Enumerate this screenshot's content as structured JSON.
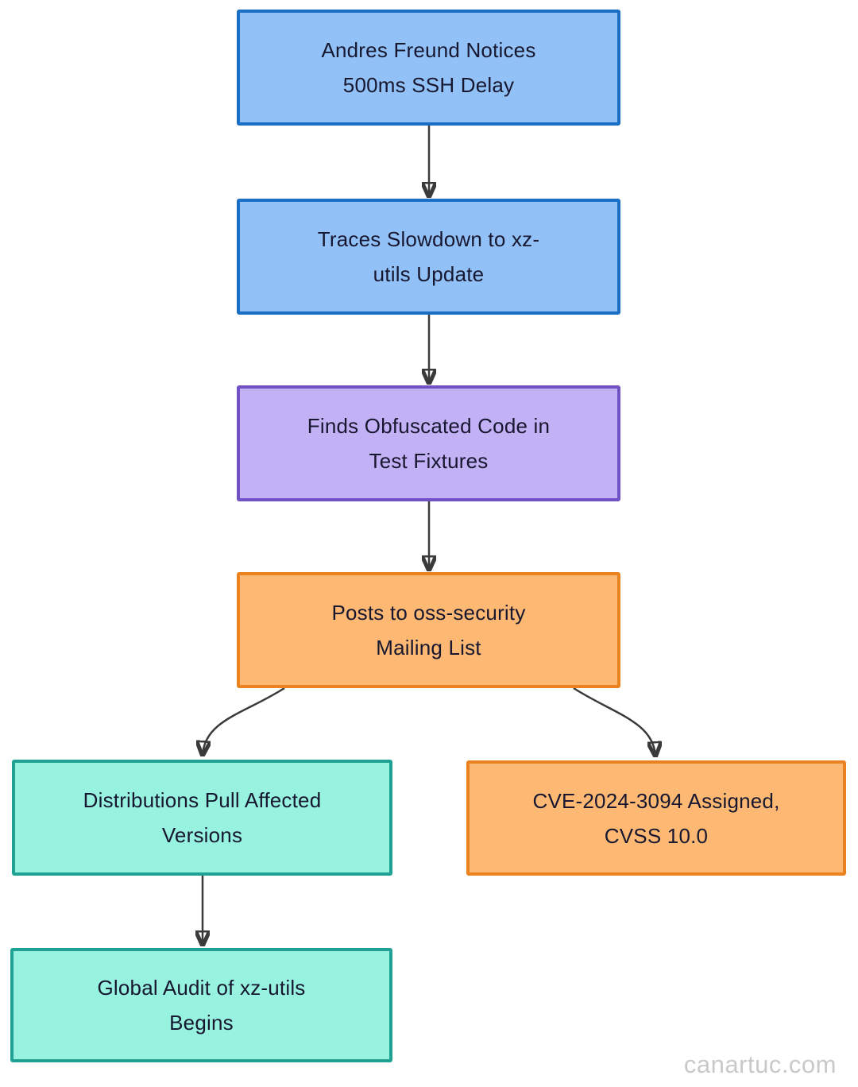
{
  "diagram": {
    "type": "flowchart",
    "direction": "top-down",
    "watermark": "canartuc.com",
    "nodes": [
      {
        "id": "notice",
        "label": "Andres Freund Notices 500ms SSH Delay",
        "line1": "Andres Freund Notices",
        "line2": "500ms SSH Delay",
        "color": "blue"
      },
      {
        "id": "trace",
        "label": "Traces Slowdown to xz-utils Update",
        "line1": "Traces Slowdown to xz-",
        "line2": "utils Update",
        "color": "blue"
      },
      {
        "id": "find",
        "label": "Finds Obfuscated Code in Test Fixtures",
        "line1": "Finds Obfuscated Code in",
        "line2": "Test Fixtures",
        "color": "purple"
      },
      {
        "id": "post",
        "label": "Posts to oss-security Mailing List",
        "line1": "Posts to oss-security",
        "line2": "Mailing List",
        "color": "orange"
      },
      {
        "id": "pull",
        "label": "Distributions Pull Affected Versions",
        "line1": "Distributions Pull Affected",
        "line2": "Versions",
        "color": "teal"
      },
      {
        "id": "cve",
        "label": "CVE-2024-3094 Assigned, CVSS 10.0",
        "line1": "CVE-2024-3094 Assigned,",
        "line2": "CVSS 10.0",
        "color": "orange"
      },
      {
        "id": "audit",
        "label": "Global Audit of xz-utils Begins",
        "line1": "Global Audit of xz-utils",
        "line2": "Begins",
        "color": "teal"
      }
    ],
    "edges": [
      {
        "from": "notice",
        "to": "trace"
      },
      {
        "from": "trace",
        "to": "find"
      },
      {
        "from": "find",
        "to": "post"
      },
      {
        "from": "post",
        "to": "pull"
      },
      {
        "from": "post",
        "to": "cve"
      },
      {
        "from": "pull",
        "to": "audit"
      }
    ],
    "colors": {
      "blue_fill": "#92c1f7",
      "blue_border": "#1a6fc4",
      "purple_fill": "#c2b1f5",
      "purple_border": "#7052c5",
      "orange_fill": "#fdb873",
      "orange_border": "#ea831f",
      "teal_fill": "#97f2e0",
      "teal_border": "#1fa294",
      "arrow": "#3a3a3a",
      "text": "#17172f",
      "watermark_text": "#c9c9c9",
      "background": "#ffffff"
    }
  }
}
